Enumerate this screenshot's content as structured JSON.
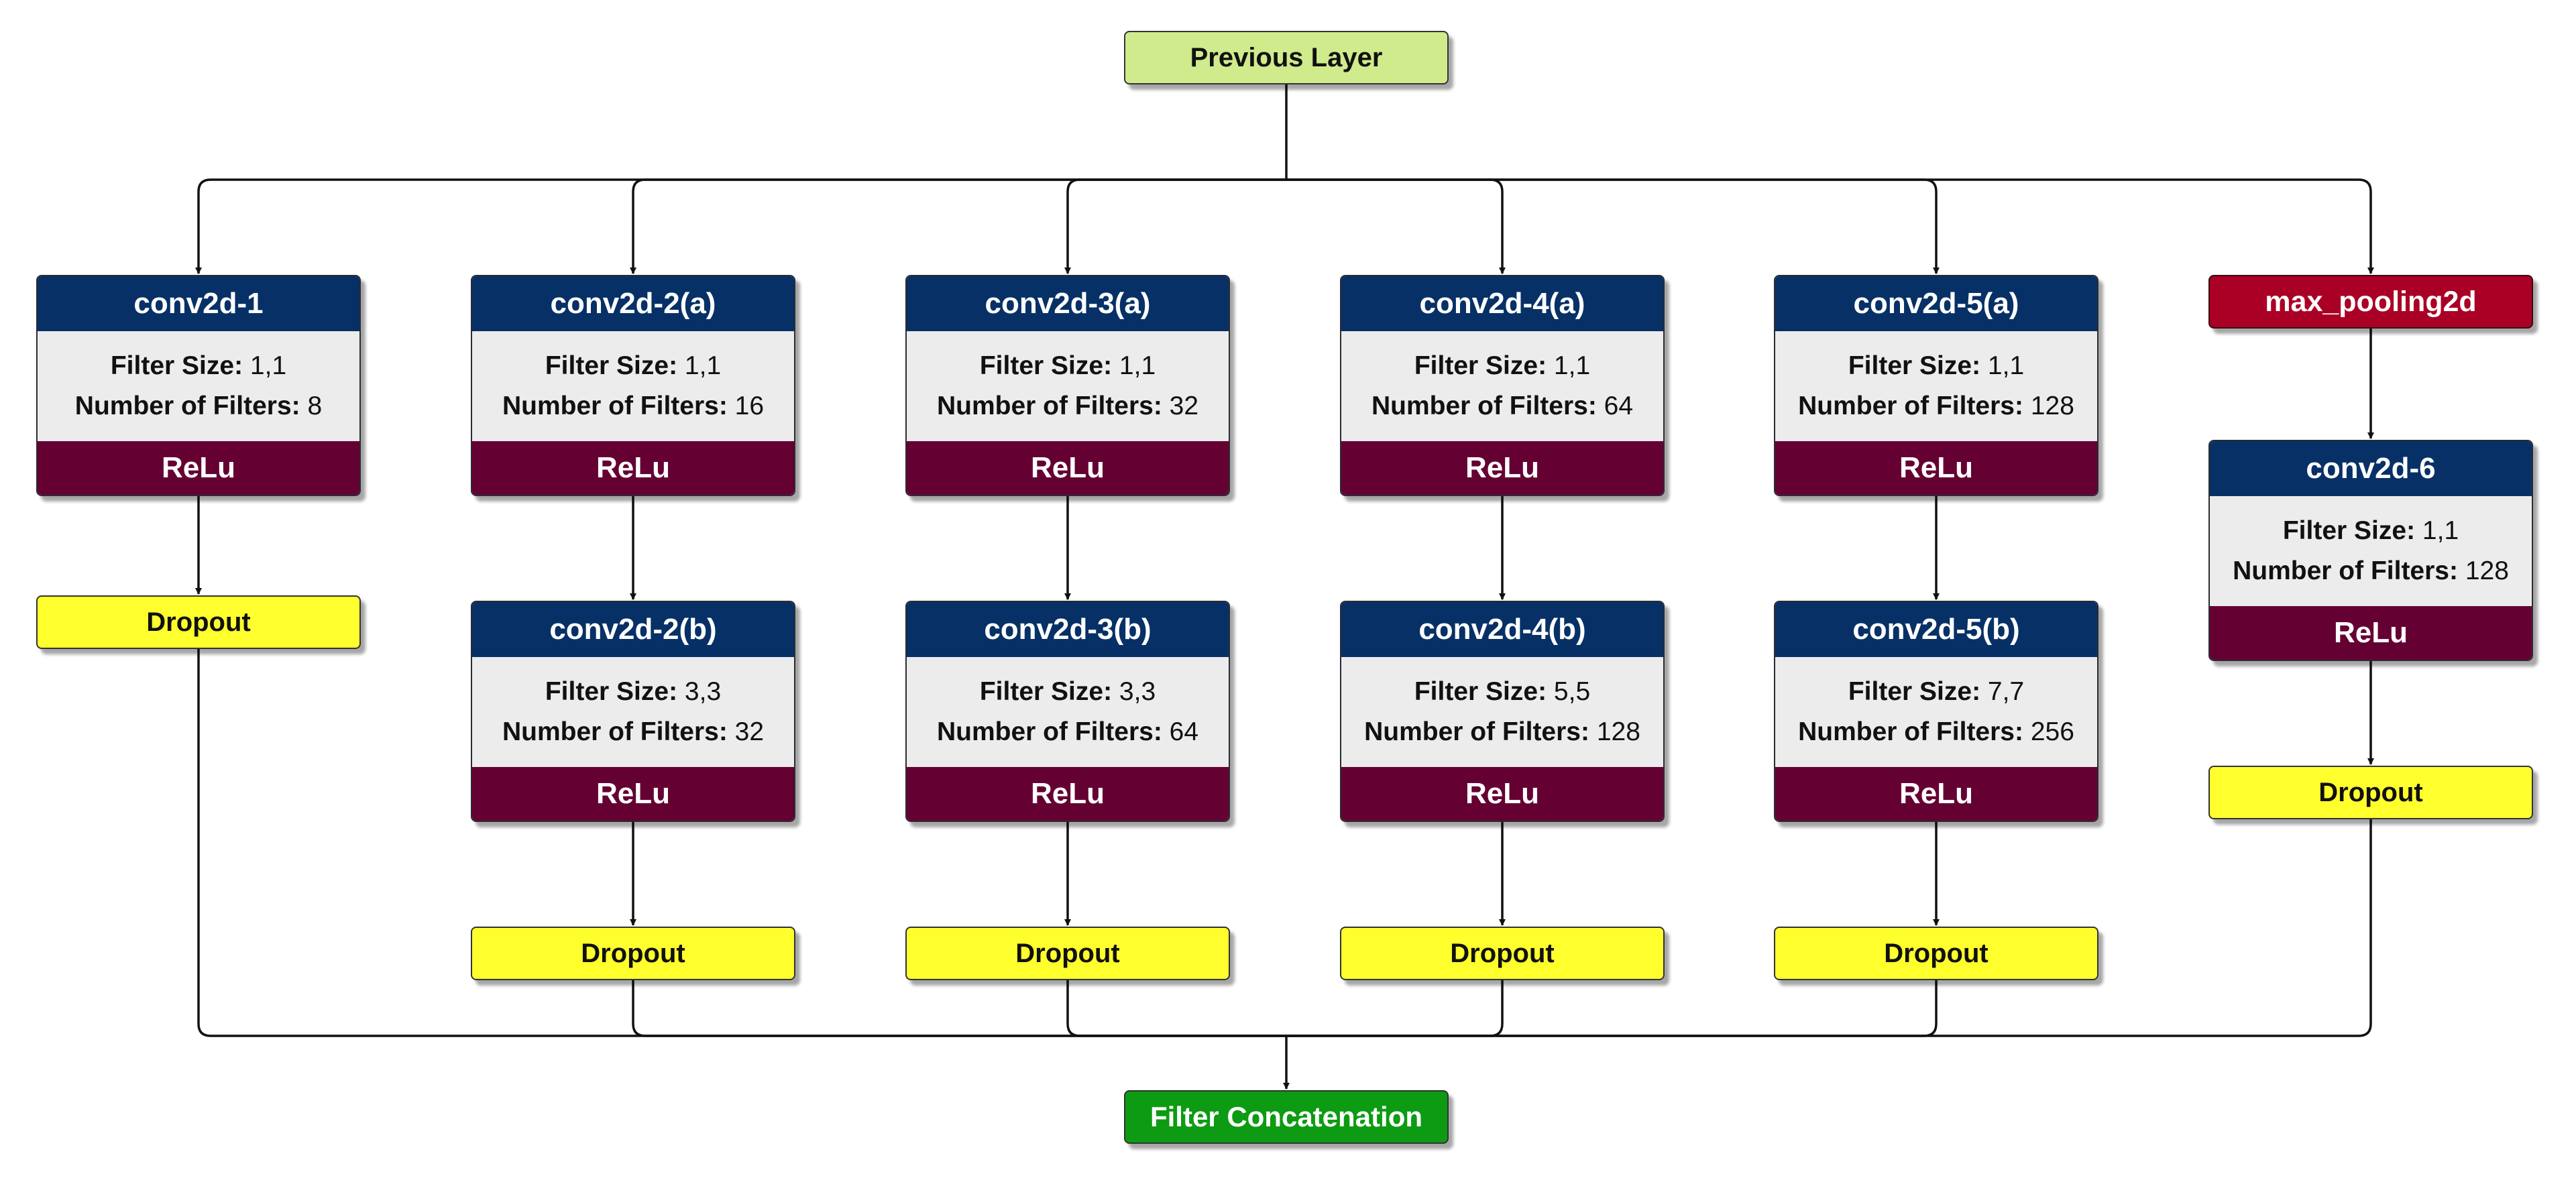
{
  "diagram": {
    "input_label": "Previous Layer",
    "output_label": "Filter Concatenation",
    "colors": {
      "input_node": "#cfeb8c",
      "output_node": "#0d9b13",
      "conv_header": "#073166",
      "conv_body": "#ececec",
      "activation": "#650033",
      "dropout": "#ffff2e",
      "pooling": "#aa0025",
      "edge": "#111111"
    },
    "branches": [
      {
        "layers": [
          {
            "kind": "conv",
            "title": "conv2d-1",
            "filter_size_key": "Filter Size:",
            "filter_size": "1,1",
            "num_filters_key": "Number of Filters:",
            "num_filters": "8",
            "activation": "ReLu"
          },
          {
            "kind": "dropout",
            "label": "Dropout"
          }
        ]
      },
      {
        "layers": [
          {
            "kind": "conv",
            "title": "conv2d-2(a)",
            "filter_size_key": "Filter Size:",
            "filter_size": "1,1",
            "num_filters_key": "Number of Filters:",
            "num_filters": "16",
            "activation": "ReLu"
          },
          {
            "kind": "conv",
            "title": "conv2d-2(b)",
            "filter_size_key": "Filter Size:",
            "filter_size": "3,3",
            "num_filters_key": "Number of Filters:",
            "num_filters": "32",
            "activation": "ReLu"
          },
          {
            "kind": "dropout",
            "label": "Dropout"
          }
        ]
      },
      {
        "layers": [
          {
            "kind": "conv",
            "title": "conv2d-3(a)",
            "filter_size_key": "Filter Size:",
            "filter_size": "1,1",
            "num_filters_key": "Number of Filters:",
            "num_filters": "32",
            "activation": "ReLu"
          },
          {
            "kind": "conv",
            "title": "conv2d-3(b)",
            "filter_size_key": "Filter Size:",
            "filter_size": "3,3",
            "num_filters_key": "Number of Filters:",
            "num_filters": "64",
            "activation": "ReLu"
          },
          {
            "kind": "dropout",
            "label": "Dropout"
          }
        ]
      },
      {
        "layers": [
          {
            "kind": "conv",
            "title": "conv2d-4(a)",
            "filter_size_key": "Filter Size:",
            "filter_size": "1,1",
            "num_filters_key": "Number of Filters:",
            "num_filters": "64",
            "activation": "ReLu"
          },
          {
            "kind": "conv",
            "title": "conv2d-4(b)",
            "filter_size_key": "Filter Size:",
            "filter_size": "5,5",
            "num_filters_key": "Number of Filters:",
            "num_filters": "128",
            "activation": "ReLu"
          },
          {
            "kind": "dropout",
            "label": "Dropout"
          }
        ]
      },
      {
        "layers": [
          {
            "kind": "conv",
            "title": "conv2d-5(a)",
            "filter_size_key": "Filter Size:",
            "filter_size": "1,1",
            "num_filters_key": "Number of Filters:",
            "num_filters": "128",
            "activation": "ReLu"
          },
          {
            "kind": "conv",
            "title": "conv2d-5(b)",
            "filter_size_key": "Filter Size:",
            "filter_size": "7,7",
            "num_filters_key": "Number of Filters:",
            "num_filters": "256",
            "activation": "ReLu"
          },
          {
            "kind": "dropout",
            "label": "Dropout"
          }
        ]
      },
      {
        "layers": [
          {
            "kind": "pool",
            "label": "max_pooling2d"
          },
          {
            "kind": "conv",
            "title": "conv2d-6",
            "filter_size_key": "Filter Size:",
            "filter_size": "1,1",
            "num_filters_key": "Number of Filters:",
            "num_filters": "128",
            "activation": "ReLu"
          },
          {
            "kind": "dropout",
            "label": "Dropout"
          }
        ]
      }
    ]
  }
}
